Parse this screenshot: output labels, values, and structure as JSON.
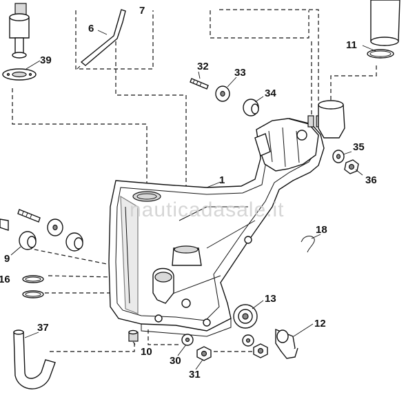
{
  "watermark": "nauticadasale.it",
  "labels": {
    "p1": "1",
    "p6": "6",
    "p7": "7",
    "p9": "9",
    "p10": "10",
    "p11": "11",
    "p12": "12",
    "p13": "13",
    "p16": "16",
    "p18": "18",
    "p30": "30",
    "p31": "31",
    "p32": "32",
    "p33": "33",
    "p34": "34",
    "p35": "35",
    "p36": "36",
    "p37": "37",
    "p39": "39"
  },
  "colors": {
    "line": "#111111",
    "shade": "#d9d9d9",
    "watermark": "#cfcfcf"
  }
}
